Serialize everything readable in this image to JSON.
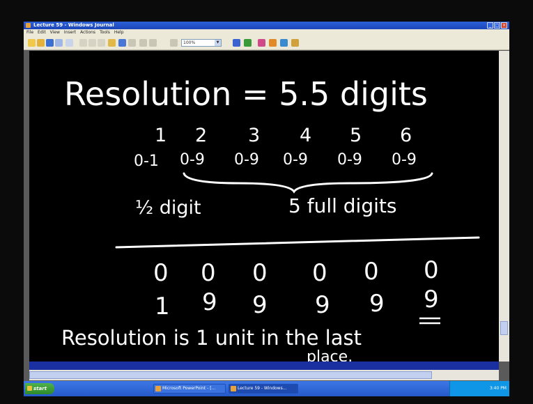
{
  "window": {
    "title": "Lecture 59 - Windows Journal"
  },
  "menu": [
    "File",
    "Edit",
    "View",
    "Insert",
    "Actions",
    "Tools",
    "Help"
  ],
  "toolbar": {
    "zoom_value": "100%"
  },
  "slide": {
    "heading": "Resolution = 5.5 digits",
    "positions": [
      "1",
      "2",
      "3",
      "4",
      "5",
      "6"
    ],
    "ranges": [
      "0-1",
      "0-9",
      "0-9",
      "0-9",
      "0-9",
      "0-9"
    ],
    "half_digit_label": "½ digit",
    "full_digits_label": "5 full digits",
    "row_min": [
      "0",
      "0",
      "0",
      "0",
      "0",
      "0"
    ],
    "row_max": [
      "1",
      "9",
      "9",
      "9",
      "9",
      "9"
    ],
    "conclusion_line1": "Resolution is 1 unit in the last",
    "conclusion_line2": "place."
  },
  "taskbar": {
    "start_label": "start",
    "tasks": [
      "Microsoft PowerPoint - [...",
      "Lecture 59 - Windows..."
    ],
    "clock": "3:40 PM"
  },
  "colors": {
    "ink": "#ffffff",
    "canvas": "#000000",
    "titlebar": "#2c5fd8",
    "taskbar": "#3d78e6"
  }
}
